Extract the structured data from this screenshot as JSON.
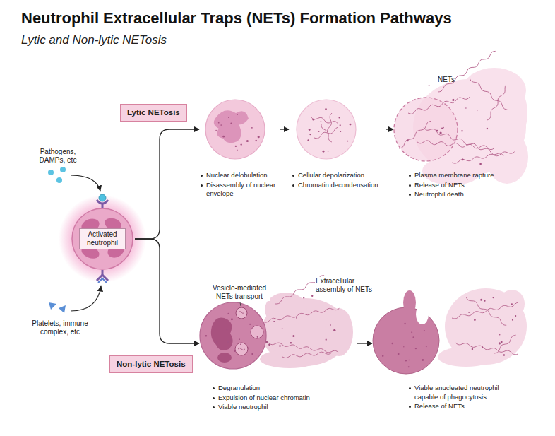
{
  "diagram": {
    "title": "Neutrophil Extracellular Traps (NETs) Formation Pathways",
    "caption": "Lytic and Non-lytic NETosis",
    "nodes": [
      {
        "text": [
          "Activated neutrophil"
        ]
      },
      {
        "text": [
          "Lytic NETosis"
        ]
      },
      {
        "text": [
          "Nuclear delobulation",
          "Disassembly of nuclear envelope"
        ]
      },
      {
        "text": [
          "Cellular depolarization",
          "Chromatin decondensation"
        ]
      },
      {
        "text": [
          "NETs",
          "Plasma membrane rapture",
          "Release of NETs",
          "Neutrophil death"
        ]
      },
      {
        "text": [
          "Non-lytic NETosis"
        ]
      },
      {
        "text": [
          "Degranulation",
          "Expulsion of nuclear chromatin",
          "Viable neutrophil"
        ]
      },
      {
        "text": [
          "Viable anucleated neutrophil capable of phagocytosis",
          "Release of NETs"
        ]
      }
    ],
    "edges": [
      {
        "from": 0,
        "to": 2,
        "arrow": "to"
      },
      {
        "from": 2,
        "to": 3,
        "arrow": "to"
      },
      {
        "from": 3,
        "to": 4,
        "arrow": "to"
      },
      {
        "from": 0,
        "to": 6,
        "arrow": "to"
      },
      {
        "from": 6,
        "to": 7,
        "arrow": "to"
      }
    ],
    "labels": [
      "Pathogens, DAMPs, etc",
      "Platelets, immune complex, etc",
      "Vesicle-mediated NETs transport",
      "Extracellular assembly of NETs"
    ]
  }
}
